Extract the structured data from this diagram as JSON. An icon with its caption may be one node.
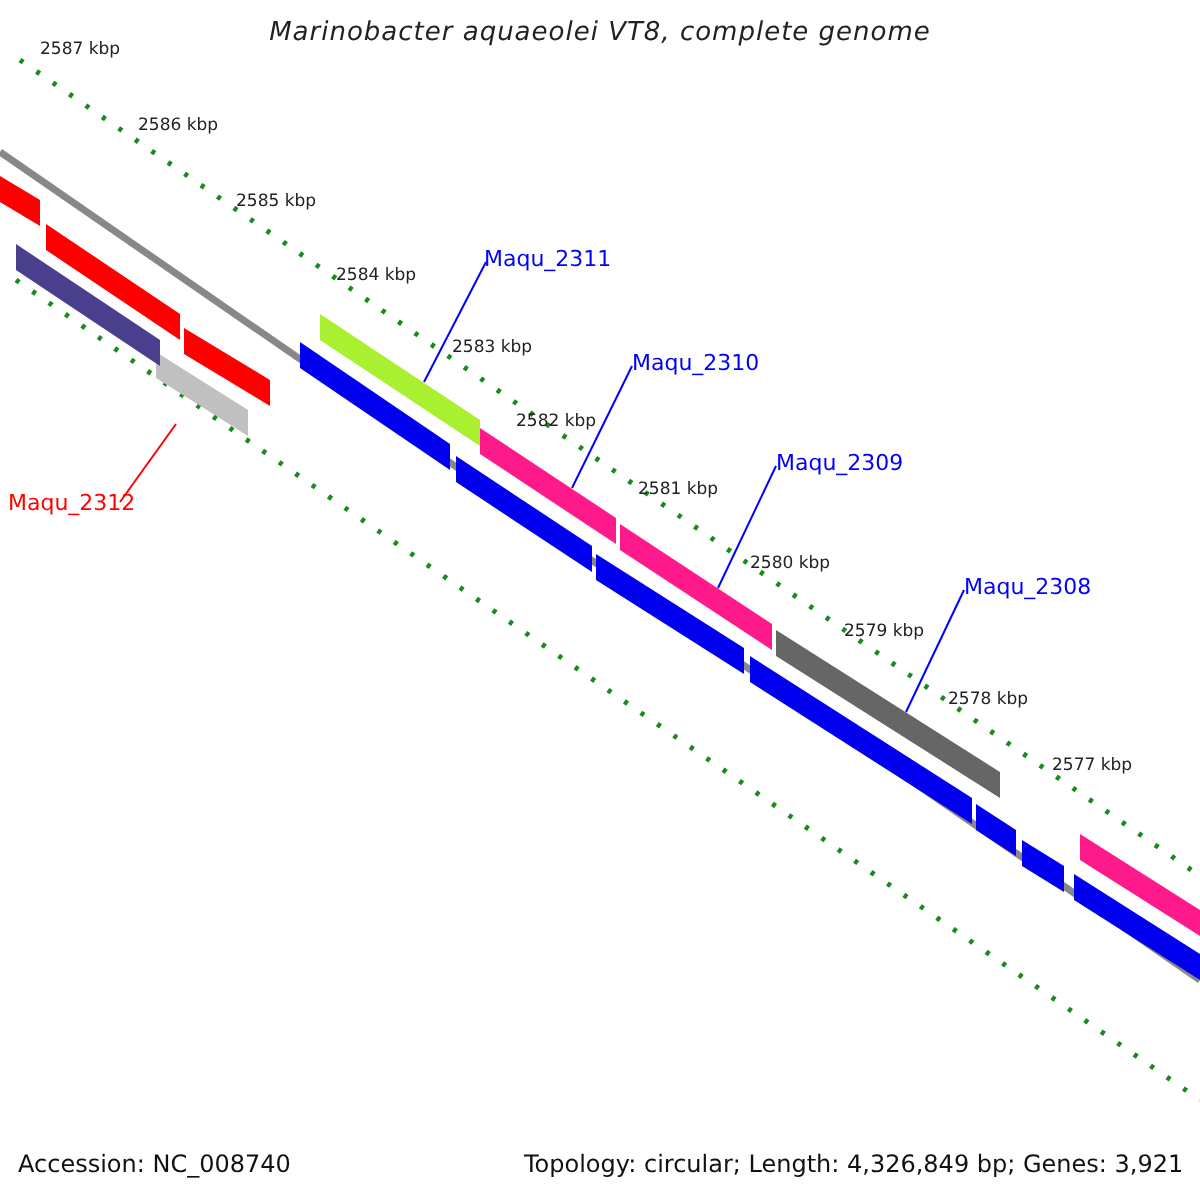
{
  "diagram": {
    "title": "Marinobacter aquaeolei VT8, complete genome",
    "nodes": [
      {
        "text": [
          "Maqu_2312"
        ]
      },
      {
        "text": [],
        "shape": "bar"
      },
      {
        "text": [
          "Maqu_2311"
        ]
      },
      {
        "text": [],
        "shape": "bar"
      },
      {
        "text": [
          "Maqu_2310"
        ]
      },
      {
        "text": [],
        "shape": "bar"
      },
      {
        "text": [
          "Maqu_2309"
        ]
      },
      {
        "text": [],
        "shape": "bar"
      },
      {
        "text": [
          "Maqu_2308"
        ]
      },
      {
        "text": [],
        "shape": "bar"
      },
      {
        "text": [],
        "shape": "bar"
      },
      {
        "text": [],
        "shape": "bar"
      },
      {
        "text": [],
        "shape": "bar"
      },
      {
        "text": [],
        "shape": "bar"
      },
      {
        "text": [],
        "shape": "bar"
      },
      {
        "text": [],
        "shape": "bar"
      },
      {
        "text": [],
        "shape": "bar"
      },
      {
        "text": [],
        "shape": "bar"
      },
      {
        "text": [],
        "shape": "bar"
      },
      {
        "text": [],
        "shape": "bar"
      },
      {
        "text": [],
        "shape": "bar"
      },
      {
        "text": [],
        "shape": "bar"
      }
    ],
    "edges": [
      {
        "from": 0,
        "to": 1,
        "arrow": "none",
        "color": "#ff0000"
      },
      {
        "from": 2,
        "to": 3,
        "arrow": "none"
      },
      {
        "from": 4,
        "to": 5,
        "arrow": "none"
      },
      {
        "from": 6,
        "to": 7,
        "arrow": "none"
      },
      {
        "from": 8,
        "to": 9,
        "arrow": "none"
      }
    ],
    "labels": [
      "2587 kbp",
      "2586 kbp",
      "2585 kbp",
      "2584 kbp",
      "2583 kbp",
      "2582 kbp",
      "2581 kbp",
      "2580 kbp",
      "2579 kbp",
      "2578 kbp",
      "2577 kbp",
      "Accession: NC_008740",
      "Topology: circular; Length: 4,326,849 bp; Genes: 3,921"
    ]
  }
}
